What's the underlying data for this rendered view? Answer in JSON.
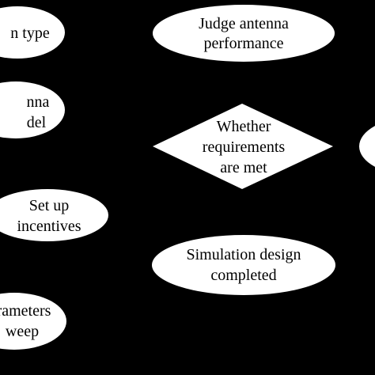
{
  "colors": {
    "background": "#000000",
    "shape_fill": "#ffffff",
    "text": "#000000"
  },
  "nodes": [
    {
      "id": "antenna-type",
      "shape": "ellipse",
      "lines": [
        "n type"
      ]
    },
    {
      "id": "antenna-model",
      "shape": "ellipse",
      "lines": [
        "nna",
        "del"
      ]
    },
    {
      "id": "set-up-incentives",
      "shape": "ellipse",
      "lines": [
        "Set up",
        "incentives"
      ]
    },
    {
      "id": "parameter-sweep",
      "shape": "ellipse",
      "lines": [
        "rameters",
        "weep"
      ]
    },
    {
      "id": "judge-antenna-performance",
      "shape": "ellipse",
      "lines": [
        "Judge antenna",
        "performance"
      ]
    },
    {
      "id": "whether-requirements-met",
      "shape": "diamond",
      "lines": [
        "Whether",
        "requirements",
        "are met"
      ]
    },
    {
      "id": "simulation-design-completed",
      "shape": "ellipse",
      "lines": [
        "Simulation design",
        "completed"
      ]
    },
    {
      "id": "right-partial",
      "shape": "ellipse",
      "lines": []
    }
  ]
}
